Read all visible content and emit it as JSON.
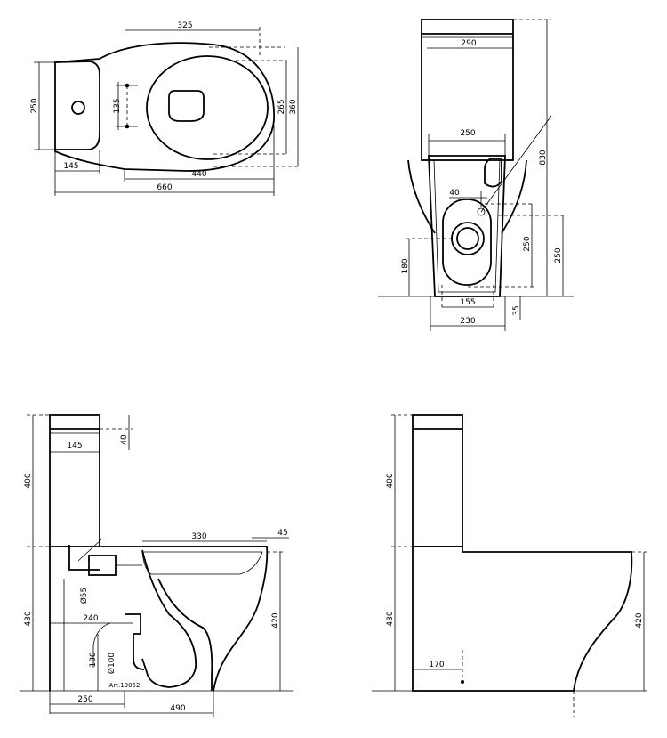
{
  "top_view": {
    "dims": {
      "d325": "325",
      "d250": "250",
      "d135": "135",
      "d265": "265",
      "d360": "360",
      "d145": "145",
      "d440": "440",
      "d660": "660"
    }
  },
  "front_view": {
    "dims": {
      "d290": "290",
      "d250": "250",
      "d830": "830",
      "d40": "40",
      "d250r": "250",
      "d250rr": "250",
      "d180": "180",
      "d155": "155",
      "d230": "230",
      "d35": "35"
    }
  },
  "side_section": {
    "dims": {
      "d400": "400",
      "d145": "145",
      "d40": "40",
      "d330": "330",
      "d45": "45",
      "d55": "Ø55",
      "d430": "430",
      "d240": "240",
      "d420": "420",
      "d180": "180",
      "d100": "Ø100",
      "d250": "250",
      "d490": "490",
      "article": "Art.19052"
    }
  },
  "side_view": {
    "dims": {
      "d400": "400",
      "d430": "430",
      "d420": "420",
      "d170": "170"
    }
  }
}
